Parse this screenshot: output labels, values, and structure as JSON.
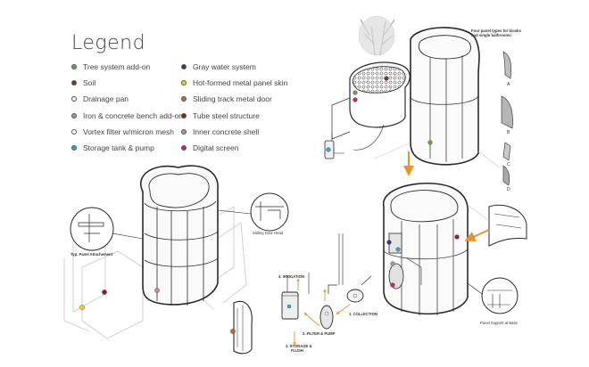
{
  "legend": {
    "title": "Legend",
    "items": [
      {
        "label": "Tree system add-on",
        "color": "#6f9e4c"
      },
      {
        "label": "Soil",
        "color": "#6b3f2e"
      },
      {
        "label": "Drainage pan",
        "color": "#f4f4f4"
      },
      {
        "label": "Iron & concrete bench add-on",
        "color": "#9a9a9a"
      },
      {
        "label": "Vortex filter w/micron mesh",
        "color": "#ffffff"
      },
      {
        "label": "Storage tank & pump",
        "color": "#3aa3c9"
      },
      {
        "label": "Gray water system",
        "color": "#2d3a7a"
      },
      {
        "label": "Hot-formed metal panel skin",
        "color": "#f2d21a"
      },
      {
        "label": "Sliding track metal door",
        "color": "#c4663a"
      },
      {
        "label": "Tube steel structure",
        "color": "#8c1f2a"
      },
      {
        "label": "Inner concrete shell",
        "color": "#c08f8f"
      },
      {
        "label": "Digital screen",
        "color": "#c6247a"
      }
    ]
  },
  "labels": {
    "panel_attachment": "Typ. Panel Attachement",
    "sliding_door_head": "Sliding Door Head",
    "irrigation": "4. IRRIGATION",
    "collection": "1. COLLECTION",
    "filter_pump": "2. FILTER & PUMP",
    "storage_flush_1": "3. STORAGE &",
    "storage_flush_2": "FLUSH",
    "panel_support": "Panel Support at Base",
    "panel_types_1": "Four panel types for kiosks",
    "panel_types_2": "and single bathrooms:",
    "panel_a": "A",
    "panel_b": "B",
    "panel_c": "C",
    "panel_d": "D"
  },
  "colors": {
    "line": "#2a2a2a",
    "accent_arrow": "#e8912e",
    "ghost": "#c8c8c8"
  }
}
